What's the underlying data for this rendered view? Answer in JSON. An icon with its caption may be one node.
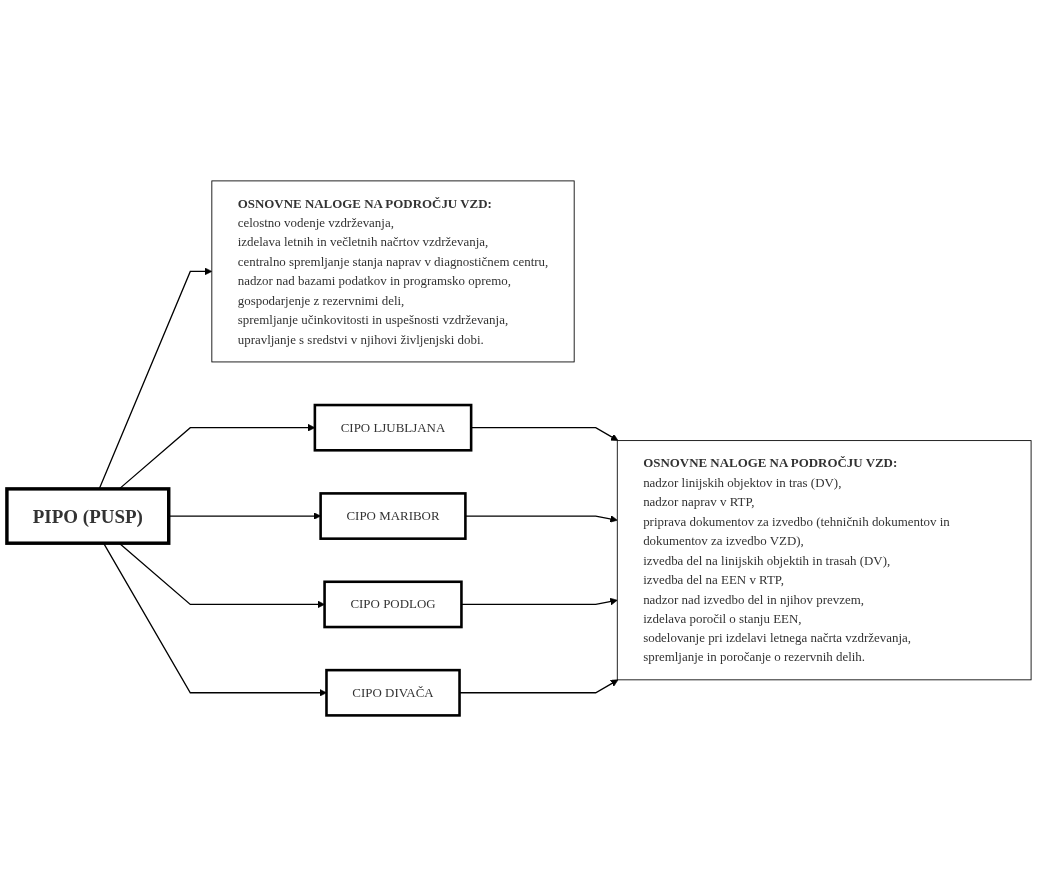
{
  "diagram": {
    "nodes": [
      {
        "text": [
          "PIPO (PUSP)"
        ]
      },
      {
        "text": [
          "OSNOVNE NALOGE NA PODROČJU VZD:",
          "celostno vodenje vzdrževanja,",
          "izdelava letnih in večletnih načrtov vzdrževanja,",
          "centralno spremljanje stanja naprav v diagnostičnem centru,",
          "nadzor nad bazami podatkov in programsko opremo,",
          "gospodarjenje z rezervnimi deli,",
          "spremljanje učinkovitosti in uspešnosti vzdrževanja,",
          "upravljanje s sredstvi v njihovi življenjski dobi."
        ]
      },
      {
        "text": [
          "OSNOVNE NALOGE NA PODROČJU VZD:",
          "nadzor linijskih objektov in tras (DV),",
          "nadzor naprav v RTP,",
          "priprava dokumentov za izvedbo (tehničnih dokumentov in dokumentov za izvedbo VZD),",
          "izvedba del na linijskih objektih in trasah (DV),",
          "izvedba del na EEN v RTP,",
          "nadzor nad izvedbo del in njihov prevzem,",
          "izdelava poročil o stanju EEN,",
          "sodelovanje pri izdelavi letnega načrta vzdrževanja,",
          "spremljanje in poročanje o rezervnih delih."
        ]
      },
      {
        "text": [
          "CIPO LJUBLJANA"
        ]
      },
      {
        "text": [
          "CIPO MARIBOR"
        ]
      },
      {
        "text": [
          "CIPO PODLOG"
        ]
      },
      {
        "text": [
          "CIPO DIVAČA"
        ]
      }
    ],
    "edges": [
      {
        "from": 0,
        "to": 1,
        "arrow": "to"
      },
      {
        "from": 0,
        "to": 3,
        "arrow": "to"
      },
      {
        "from": 0,
        "to": 4,
        "arrow": "to"
      },
      {
        "from": 0,
        "to": 5,
        "arrow": "to"
      },
      {
        "from": 0,
        "to": 6,
        "arrow": "to"
      },
      {
        "from": 3,
        "to": 2,
        "arrow": "to"
      },
      {
        "from": 4,
        "to": 2,
        "arrow": "to"
      },
      {
        "from": 5,
        "to": 2,
        "arrow": "to"
      },
      {
        "from": 6,
        "to": 2,
        "arrow": "to"
      }
    ]
  }
}
